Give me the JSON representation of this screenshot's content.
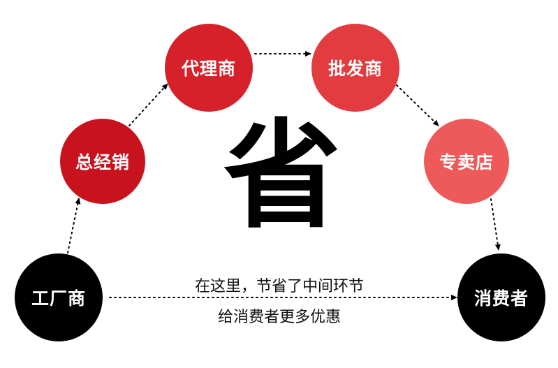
{
  "nodes": {
    "factory": {
      "label": "工厂商",
      "color": "#000000"
    },
    "distributor": {
      "label": "总经销",
      "color": "#c8131e"
    },
    "agent": {
      "label": "代理商",
      "color": "#d7212a"
    },
    "wholesaler": {
      "label": "批发商",
      "color": "#e23b40"
    },
    "store": {
      "label": "专卖店",
      "color": "#ee5a5a"
    },
    "consumer": {
      "label": "消费者",
      "color": "#000000"
    }
  },
  "center_char": "省",
  "caption": {
    "line1": "在这里，节省了中间环节",
    "line2": "给消费者更多优惠"
  }
}
